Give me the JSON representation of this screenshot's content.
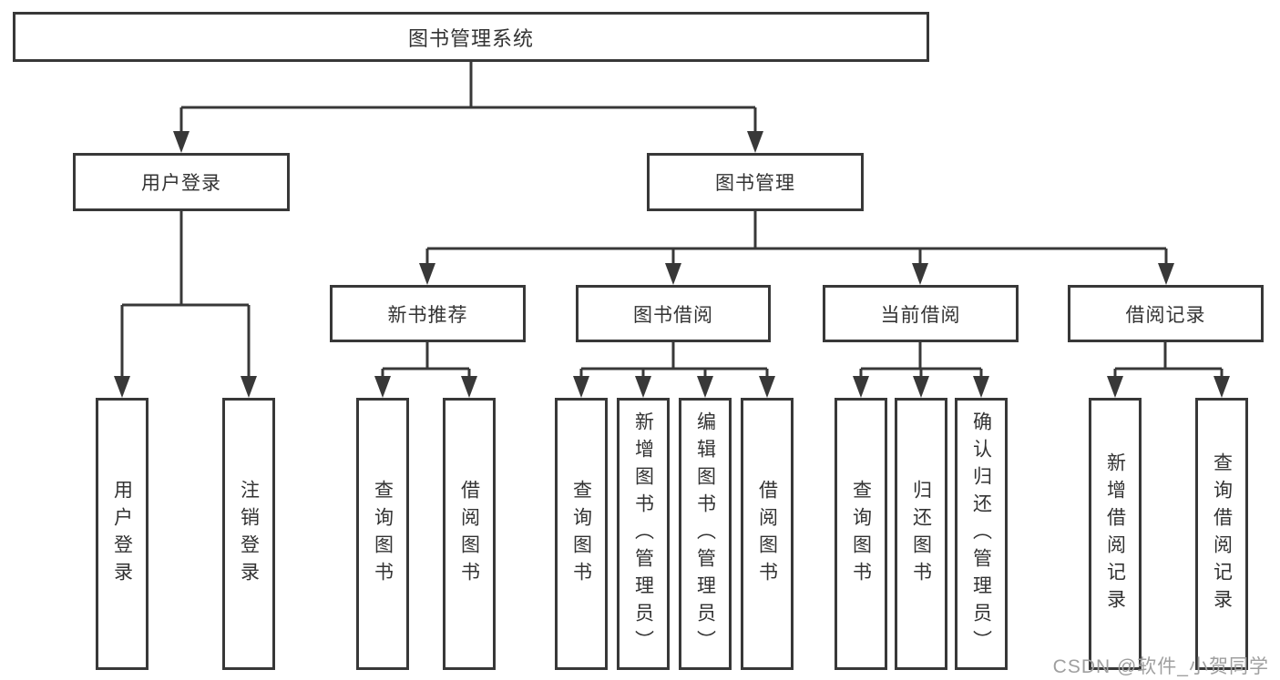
{
  "tree": {
    "label": "图书管理系统",
    "children": [
      {
        "label": "用户登录",
        "children": [
          {
            "label": "用户登录"
          },
          {
            "label": "注销登录"
          }
        ]
      },
      {
        "label": "图书管理",
        "children": [
          {
            "label": "新书推荐",
            "children": [
              {
                "label": "查询图书"
              },
              {
                "label": "借阅图书"
              }
            ]
          },
          {
            "label": "图书借阅",
            "children": [
              {
                "label": "查询图书"
              },
              {
                "label": "新增图书（管理员）"
              },
              {
                "label": "编辑图书（管理员）"
              },
              {
                "label": "借阅图书"
              }
            ]
          },
          {
            "label": "当前借阅",
            "children": [
              {
                "label": "查询图书"
              },
              {
                "label": "归还图书"
              },
              {
                "label": "确认归还（管理员）"
              }
            ]
          },
          {
            "label": "借阅记录",
            "children": [
              {
                "label": "新增借阅记录"
              },
              {
                "label": "查询借阅记录"
              }
            ]
          }
        ]
      }
    ]
  },
  "watermark": "CSDN @软件_小贺同学",
  "colors": {
    "line": "#383838",
    "border": "#383838",
    "text": "#333333",
    "watermark": "#9f9f9f",
    "background": "#ffffff"
  }
}
